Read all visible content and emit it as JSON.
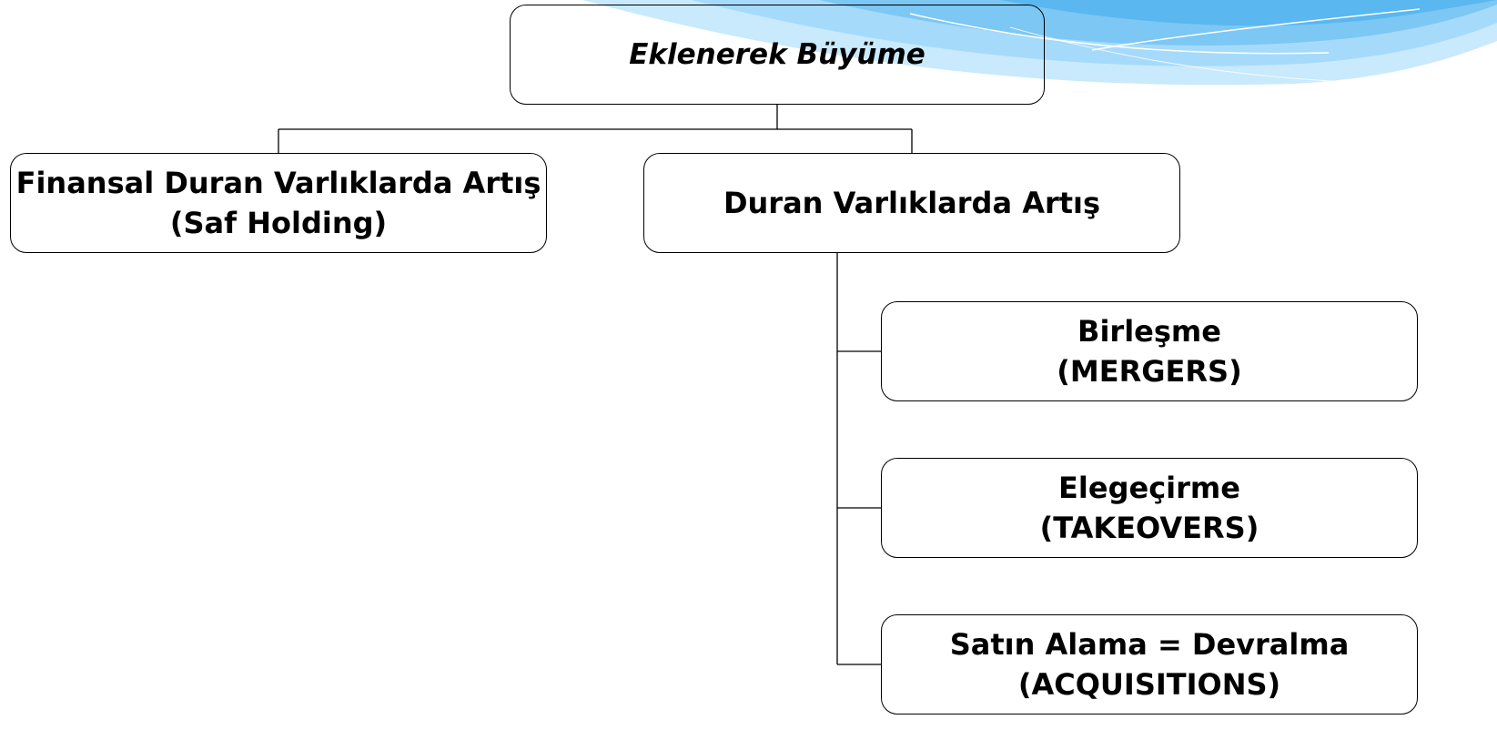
{
  "diagram": {
    "root": {
      "label": "Eklenerek Büyüme"
    },
    "left": {
      "line1": "Finansal Duran Varlıklarda Artış",
      "line2": "(Saf Holding)"
    },
    "middle": {
      "label": "Duran Varlıklarda Artış"
    },
    "children": [
      {
        "line1": "Birleşme",
        "line2": "(MERGERS)"
      },
      {
        "line1": "Elegeçirme",
        "line2": "(TAKEOVERS)"
      },
      {
        "line1": "Satın Alama = Devralma",
        "line2": "(ACQUISITIONS)"
      }
    ]
  },
  "colors": {
    "wave_light": "#bfe4fb",
    "wave_mid": "#8ccff7",
    "wave_dark": "#5cb8f0",
    "line": "#000000"
  }
}
